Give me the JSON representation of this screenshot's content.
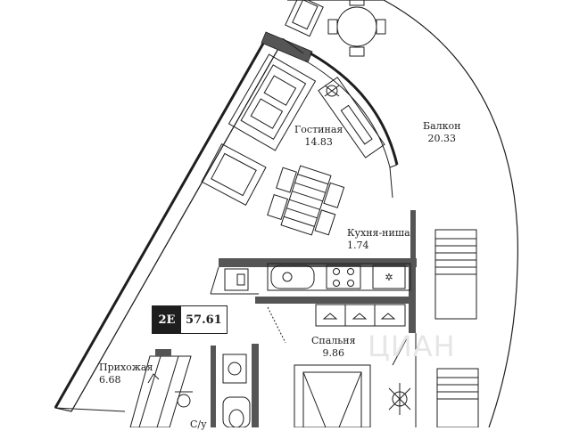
{
  "apartment": {
    "type": "2E",
    "total_area": "57.61"
  },
  "rooms": [
    {
      "key": "living",
      "name": "Гостиная",
      "area": "14.83"
    },
    {
      "key": "balcony",
      "name": "Балкон",
      "area": "20.33"
    },
    {
      "key": "kitchen",
      "name": "Кухня-ниша",
      "area": "1.74"
    },
    {
      "key": "bedroom",
      "name": "Спальня",
      "area": "9.86"
    },
    {
      "key": "hall",
      "name": "Прихожая",
      "area": "6.68"
    },
    {
      "key": "bath",
      "name": "С/у",
      "area": ""
    }
  ],
  "watermark": "ЦИАН",
  "colors": {
    "line": "#1e1e1e",
    "badge_bg": "#1e1e1e",
    "badge_text": "#ffffff"
  }
}
